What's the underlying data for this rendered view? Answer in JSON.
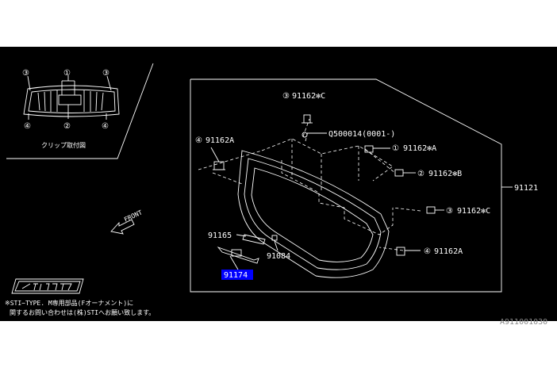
{
  "inset": {
    "caption": "クリップ取付図",
    "callouts": [
      "③",
      "①",
      "③",
      "④",
      "②",
      "④"
    ]
  },
  "front_arrow_label": "FRONT",
  "parts": {
    "p91162C_top": "91162✻C",
    "pQ500014": "Q500014(0001-)",
    "p91162A_left": "91162A",
    "p91162A_star": "91162✻A",
    "p91162B": "91162✻B",
    "p91121": "91121",
    "p91162C_right": "91162✻C",
    "p91165": "91165",
    "p91084": "91084",
    "p91162A_right": "91162A",
    "p91174": "91174"
  },
  "callouts": {
    "c3_top": "③",
    "c4_left": "④",
    "c1": "①",
    "c2": "②",
    "c3_right": "③",
    "c4_right": "④"
  },
  "logo_text": "STI TM",
  "footnote": {
    "line1": "※STI−TYPE. M専用部品(Fオーナメント)に",
    "line2": "関するお問い合わせは(株)STIへお願い致します。"
  },
  "drawing_number": "A911001030"
}
